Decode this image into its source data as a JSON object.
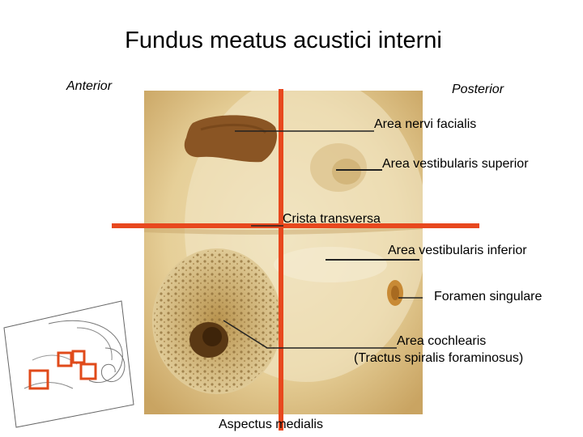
{
  "title": "Fundus meatus acustici interni",
  "orientation": {
    "left": "Anterior",
    "right": "Posterior"
  },
  "labels": {
    "area_nervi_facialis": "Area nervi facialis",
    "area_vestibularis_superior": "Area vestibularis superior",
    "crista_transversa": "Crista transversa",
    "area_vestibularis_inferior": "Area vestibularis inferior",
    "foramen_singulare": "Foramen singulare",
    "area_cochlearis_line1": "Area cochlearis",
    "area_cochlearis_line2": "(Tractus spiralis foraminosus)",
    "aspectus_medialis": "Aspectus medialis"
  },
  "colors": {
    "axis_lines": "#e8481e",
    "leader_lines": "#222222",
    "sketch_boxes": "#e04a1a"
  },
  "icons": {
    "sketch": "ear-canal-sketch-icon"
  }
}
